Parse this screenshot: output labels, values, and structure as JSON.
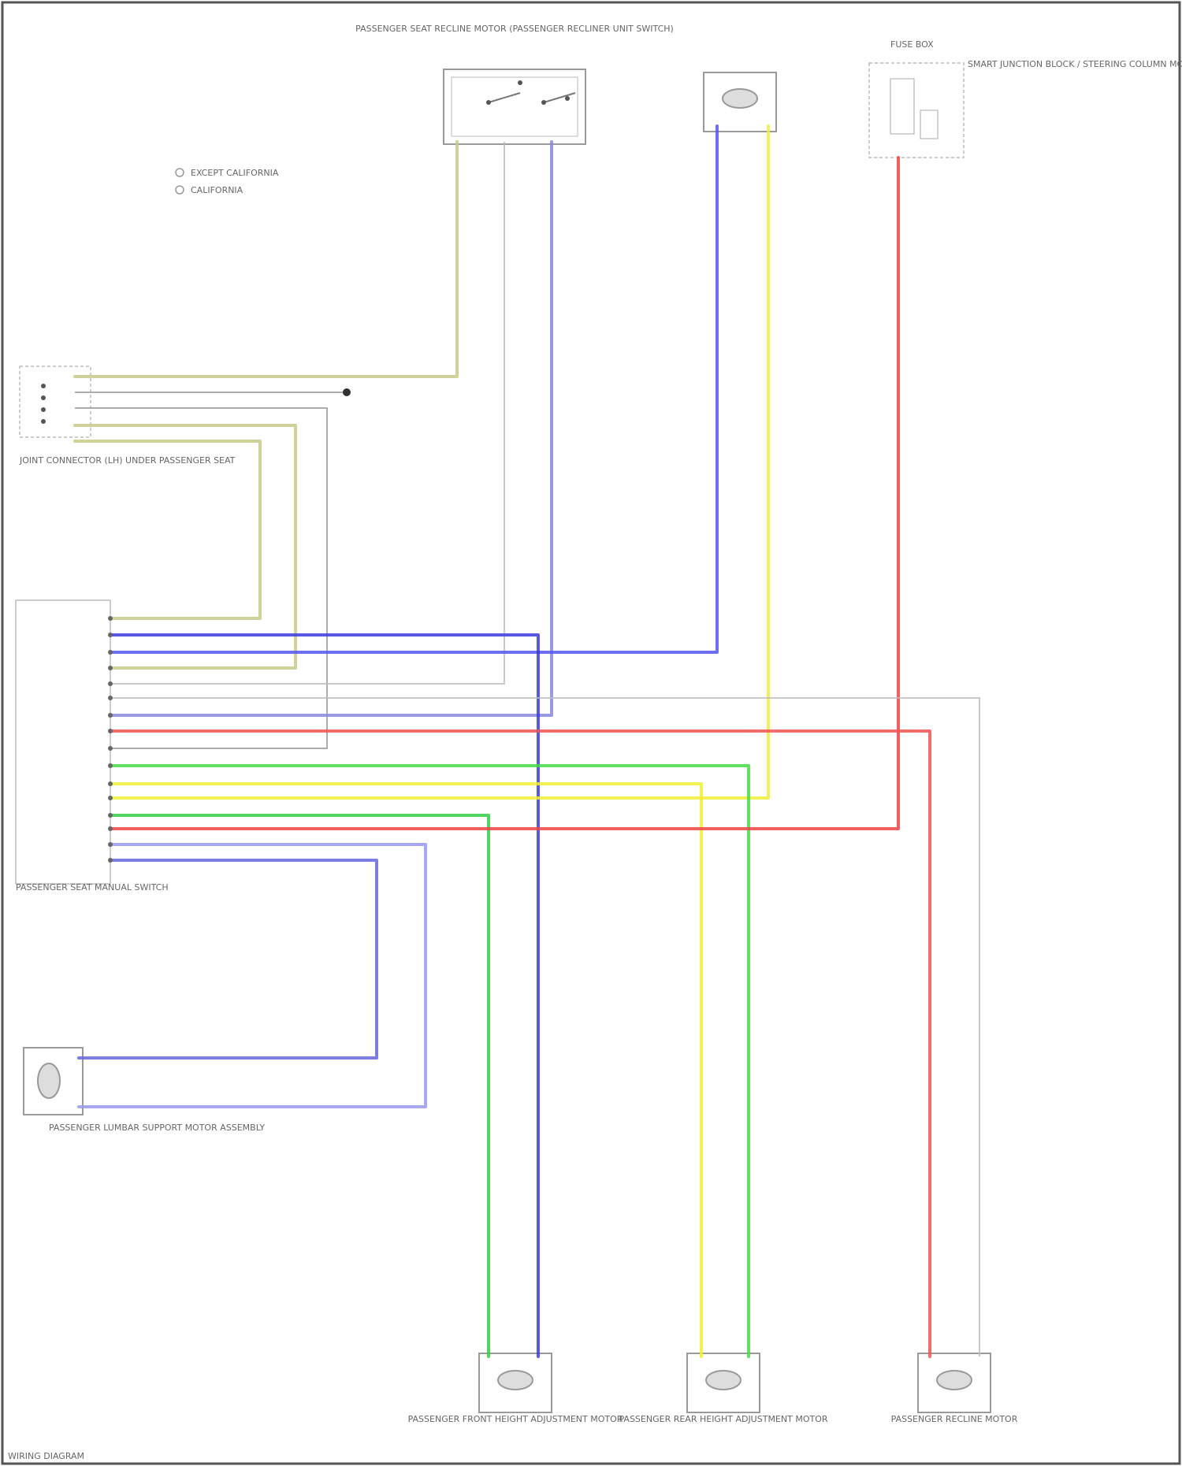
{
  "components": {
    "recline_switch": "PASSENGER SEAT RECLINE MOTOR (PASSENGER RECLINER UNIT SWITCH)",
    "lumbar_motor": "PASSENGER LUMBAR SUPPORT MOTOR",
    "fuse_box": "FUSE BOX",
    "junction_notes": "SMART JUNCTION BLOCK / STEERING COLUMN MODULE",
    "seat_switch": "PASSENGER SEAT MANUAL SWITCH",
    "joint_connector": "JOINT CONNECTOR (LH) UNDER PASSENGER SEAT",
    "lumbar_actuator": "PASSENGER LUMBAR SUPPORT MOTOR ASSEMBLY",
    "front_height_motor": "PASSENGER FRONT HEIGHT ADJUSTMENT MOTOR",
    "rear_height_motor": "PASSENGER REAR HEIGHT ADJUSTMENT MOTOR",
    "recline_motor": "PASSENGER RECLINE MOTOR"
  },
  "legend": {
    "line1": "EXCEPT CALIFORNIA",
    "line2": "CALIFORNIA"
  },
  "wire_colors": {
    "red": "#ee4444",
    "blue": "#3b3bdd",
    "green": "#33cc44",
    "yellow": "#eeee33",
    "olive": "#c9c98a",
    "gray": "#bbbbbb",
    "purple": "#8888dd"
  },
  "footer": "WIRING DIAGRAM"
}
